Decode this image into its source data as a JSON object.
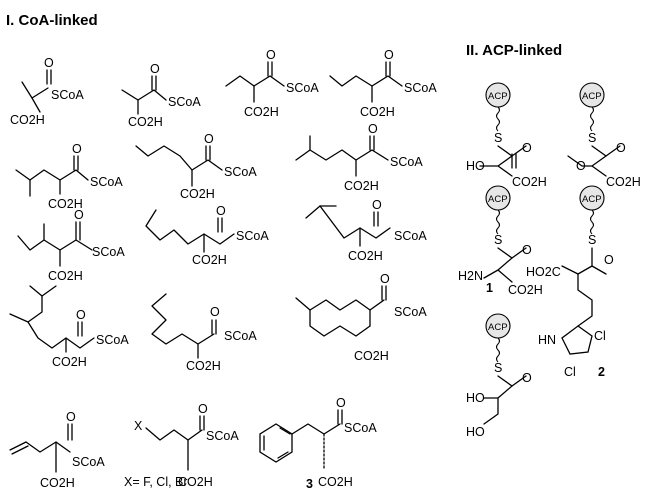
{
  "headings": {
    "coa": "I. CoA-linked",
    "acp": "II. ACP-linked"
  },
  "atoms": {
    "o": "O",
    "scoa": "SCoA",
    "co2h": "CO2H",
    "s": "S",
    "ho": "HO",
    "acp": "ACP",
    "h2n": "H2N",
    "ho2c": "HO2C",
    "hn": "HN",
    "cl": "Cl",
    "x": "X"
  },
  "halogen_note": "X= F, Cl, Br",
  "compound_numbers": {
    "c1": "1",
    "c2": "2",
    "c3": "3"
  }
}
